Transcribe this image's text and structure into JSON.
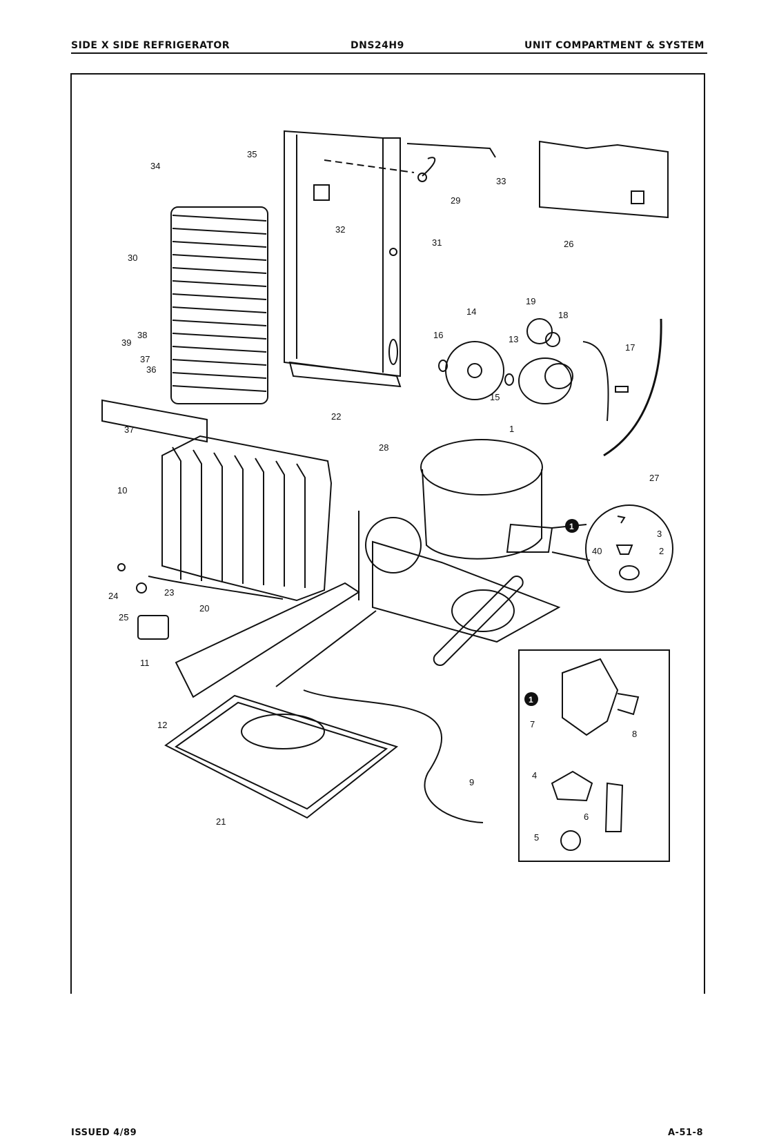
{
  "header": {
    "left": "SIDE X SIDE REFRIGERATOR",
    "center": "DNS24H9",
    "right": "UNIT COMPARTMENT & SYSTEM"
  },
  "footer": {
    "left": "ISSUED 4/89",
    "right": "A-51-8"
  },
  "callouts": [
    "1",
    "2",
    "3",
    "4",
    "5",
    "6",
    "7",
    "8",
    "9",
    "10",
    "11",
    "12",
    "13",
    "14",
    "15",
    "16",
    "17",
    "18",
    "19",
    "20",
    "21",
    "22",
    "23",
    "24",
    "25",
    "26",
    "27",
    "28",
    "29",
    "30",
    "31",
    "32",
    "33",
    "34",
    "35",
    "36",
    "37",
    "38",
    "39",
    "40"
  ],
  "detail_marker": "1"
}
